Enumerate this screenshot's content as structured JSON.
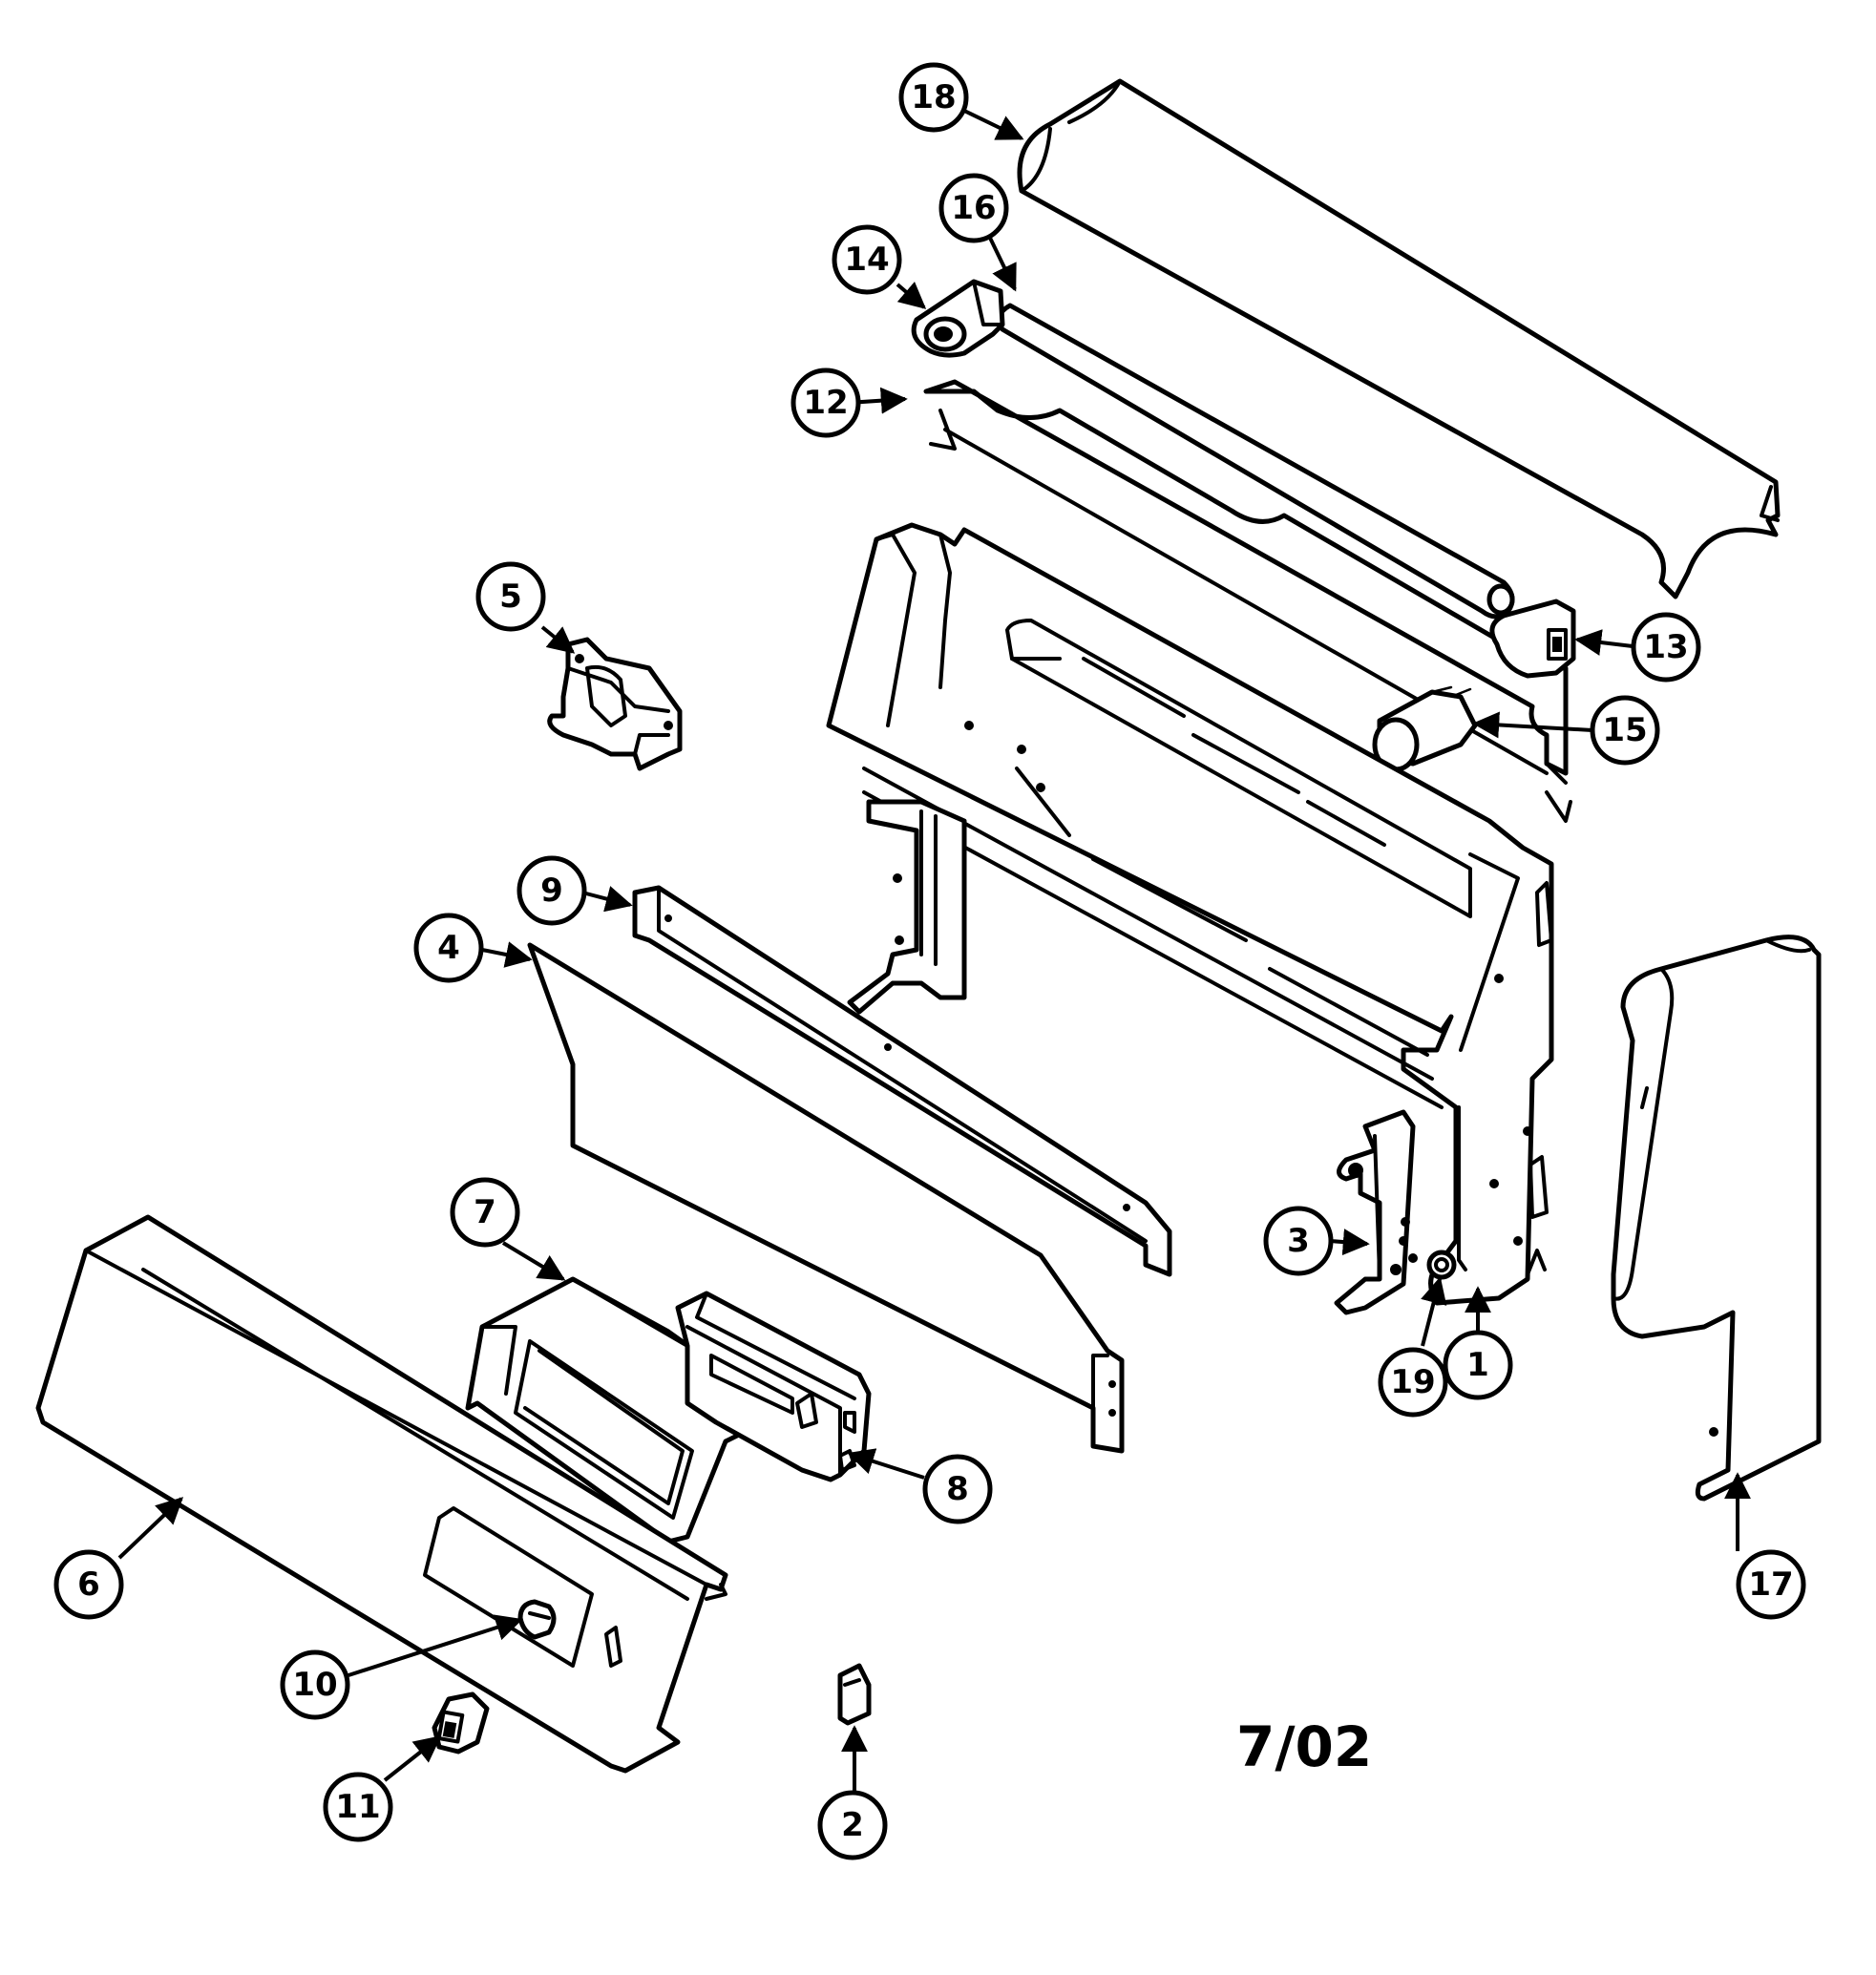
{
  "date_stamp": "7/02",
  "callouts": [
    {
      "id": "18",
      "label": "18"
    },
    {
      "id": "16",
      "label": "16"
    },
    {
      "id": "14",
      "label": "14"
    },
    {
      "id": "12",
      "label": "12"
    },
    {
      "id": "13",
      "label": "13"
    },
    {
      "id": "15",
      "label": "15"
    },
    {
      "id": "5",
      "label": "5"
    },
    {
      "id": "9",
      "label": "9"
    },
    {
      "id": "4",
      "label": "4"
    },
    {
      "id": "3",
      "label": "3"
    },
    {
      "id": "19",
      "label": "19"
    },
    {
      "id": "1",
      "label": "1"
    },
    {
      "id": "7",
      "label": "7"
    },
    {
      "id": "8",
      "label": "8"
    },
    {
      "id": "6",
      "label": "6"
    },
    {
      "id": "10",
      "label": "10"
    },
    {
      "id": "11",
      "label": "11"
    },
    {
      "id": "2",
      "label": "2"
    },
    {
      "id": "17",
      "label": "17"
    }
  ]
}
